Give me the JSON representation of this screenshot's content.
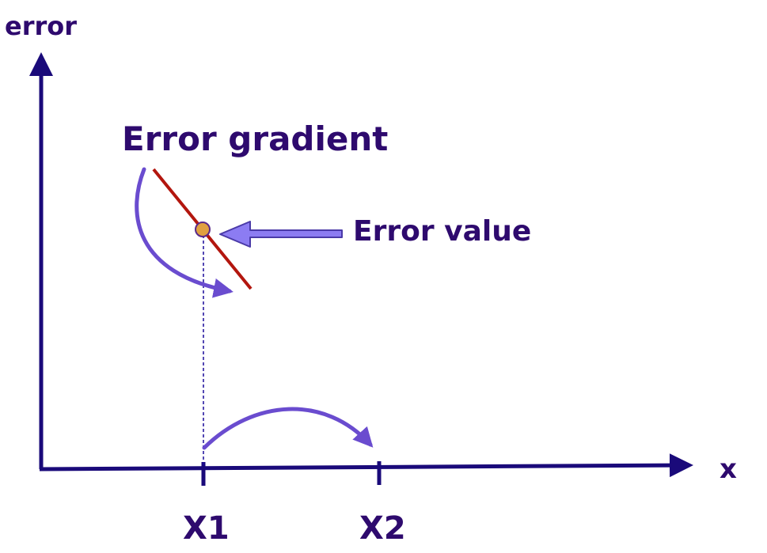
{
  "labels": {
    "y_axis": "error",
    "x_axis": "x",
    "gradient": "Error gradient",
    "error_value": "Error value",
    "x1": "X1",
    "x2": "X2"
  },
  "colors": {
    "axis": "#1a0a7a",
    "text": "#2e0a6e",
    "curved_arrow": "#6a4ccf",
    "pointer_arrow_fill": "#8c7cf2",
    "pointer_arrow_stroke": "#4a3aa8",
    "gradient_line": "#b3160e",
    "point_fill": "#e0a040",
    "point_stroke": "#5a2a8a",
    "guide_line": "#1a0a9a"
  }
}
